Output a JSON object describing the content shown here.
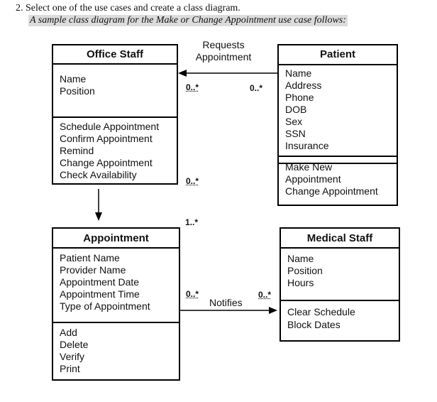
{
  "question": "2.  Select one of the use cases and create a class diagram.",
  "subtitle": "A sample class diagram for the Make or Change Appointment use case follows:",
  "classes": {
    "office_staff": {
      "name": "Office Staff",
      "attributes": [
        "Name",
        "Position"
      ],
      "operations": [
        "Schedule Appointment",
        "Confirm Appointment",
        "Remind",
        "Change Appointment",
        "Check Availability"
      ]
    },
    "patient": {
      "name": "Patient",
      "attributes": [
        "Name",
        "Address",
        "Phone",
        "DOB",
        "Sex",
        "SSN",
        "Insurance"
      ],
      "operations": [
        "Make New",
        "Appointment",
        "Change Appointment"
      ]
    },
    "appointment": {
      "name": "Appointment",
      "attributes": [
        "Patient Name",
        "Provider Name",
        "Appointment Date",
        "Appointment Time",
        "Type of Appointment"
      ],
      "operations": [
        "Add",
        "Delete",
        "Verify",
        "Print"
      ]
    },
    "medical_staff": {
      "name": "Medical Staff",
      "attributes": [
        "Name",
        "Position",
        "Hours"
      ],
      "operations": [
        "Clear Schedule",
        "Block Dates"
      ]
    }
  },
  "associations": {
    "requests": {
      "label": "Requests Appointment",
      "mult_left": "0..*",
      "mult_right": "0..*"
    },
    "office_appointment": {
      "mult_top": "0..*",
      "mult_bottom": "1..*"
    },
    "notifies": {
      "label": "Notifies",
      "mult_left": "0..*",
      "mult_right": "0..*"
    }
  }
}
